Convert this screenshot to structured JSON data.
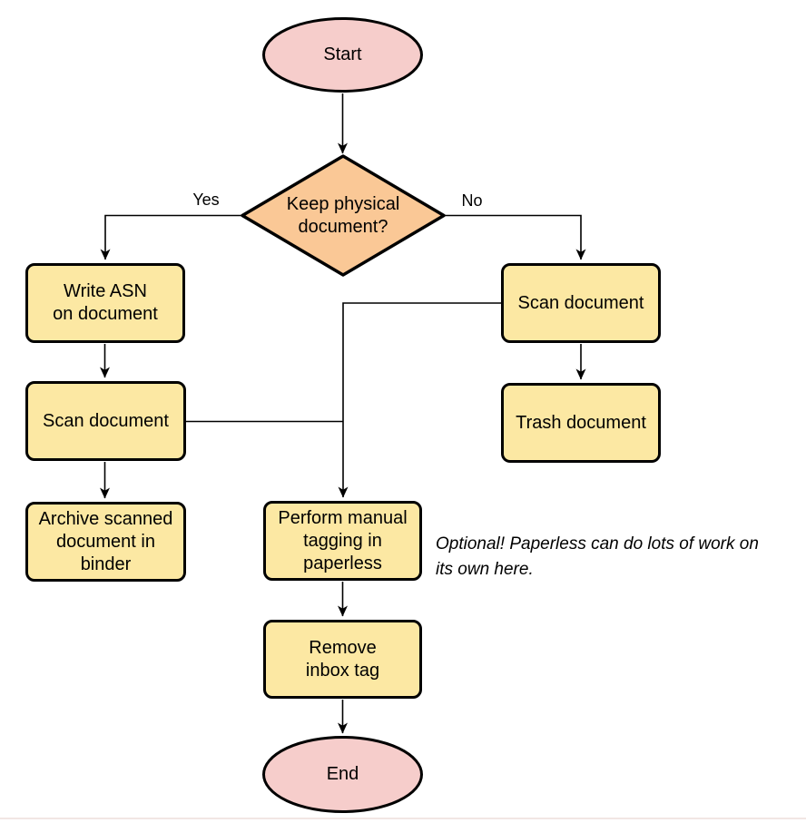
{
  "colors": {
    "pink": "#f6cdcb",
    "orange": "#fac896",
    "yellow": "#fce8a3",
    "stroke": "#000000",
    "divider": "#f2e6e4"
  },
  "nodes": {
    "start": {
      "label": "Start"
    },
    "decision": {
      "label": "Keep physical\ndocument?"
    },
    "write_asn": {
      "label": "Write ASN\non document"
    },
    "scan_left": {
      "label": "Scan document"
    },
    "archive": {
      "label": "Archive scanned\ndocument in\nbinder"
    },
    "scan_right": {
      "label": "Scan document"
    },
    "trash": {
      "label": "Trash document"
    },
    "tagging": {
      "label": "Perform manual\ntagging in\npaperless"
    },
    "remove": {
      "label": "Remove\ninbox tag"
    },
    "end": {
      "label": "End"
    }
  },
  "edge_labels": {
    "yes": "Yes",
    "no": "No"
  },
  "note": "Optional! Paperless can do lots of work on\nits own here."
}
